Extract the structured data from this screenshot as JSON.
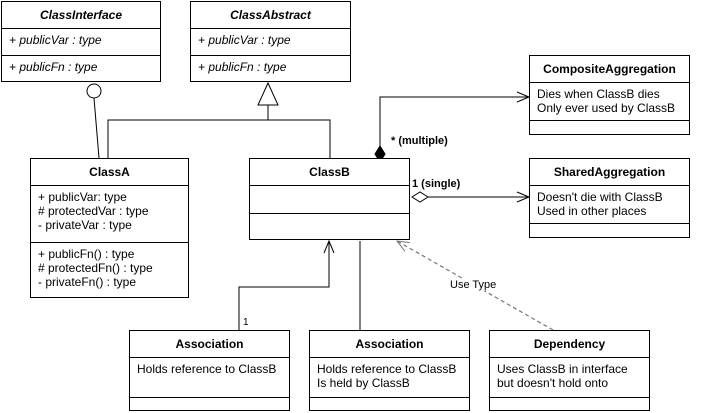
{
  "classes": {
    "class_interface": {
      "name": "ClassInterface",
      "attributes": [
        "+ publicVar : type"
      ],
      "operations": [
        "+ publicFn : type"
      ]
    },
    "class_abstract": {
      "name": "ClassAbstract",
      "attributes": [
        "+ publicVar : type"
      ],
      "operations": [
        "+ publicFn : type"
      ]
    },
    "class_a": {
      "name": "ClassA",
      "attributes": [
        "+ publicVar: type",
        "# protectedVar : type",
        "- privateVar : type"
      ],
      "operations": [
        "+ publicFn() : type",
        "# protectedFn() : type",
        "- privateFn() : type"
      ]
    },
    "class_b": {
      "name": "ClassB"
    },
    "composite_aggregation": {
      "name": "CompositeAggregation",
      "notes": [
        "Dies when ClassB dies",
        "Only ever used by ClassB"
      ]
    },
    "shared_aggregation": {
      "name": "SharedAggregation",
      "notes": [
        "Doesn't die with ClassB",
        "Used in other places"
      ]
    },
    "association_1": {
      "name": "Association",
      "notes": [
        "Holds reference to ClassB"
      ]
    },
    "association_2": {
      "name": "Association",
      "notes": [
        "Holds reference to ClassB",
        "Is held by ClassB"
      ]
    },
    "dependency": {
      "name": "Dependency",
      "notes": [
        "Uses ClassB in interface",
        "but doesn't hold onto"
      ]
    }
  },
  "labels": {
    "multiplicity_composite": "* (multiple)",
    "multiplicity_shared": "1 (single)",
    "multiplicity_association": "1",
    "dependency_label": "Use Type"
  },
  "colors": {
    "line": "#000000",
    "dependency_line": "#777777"
  }
}
